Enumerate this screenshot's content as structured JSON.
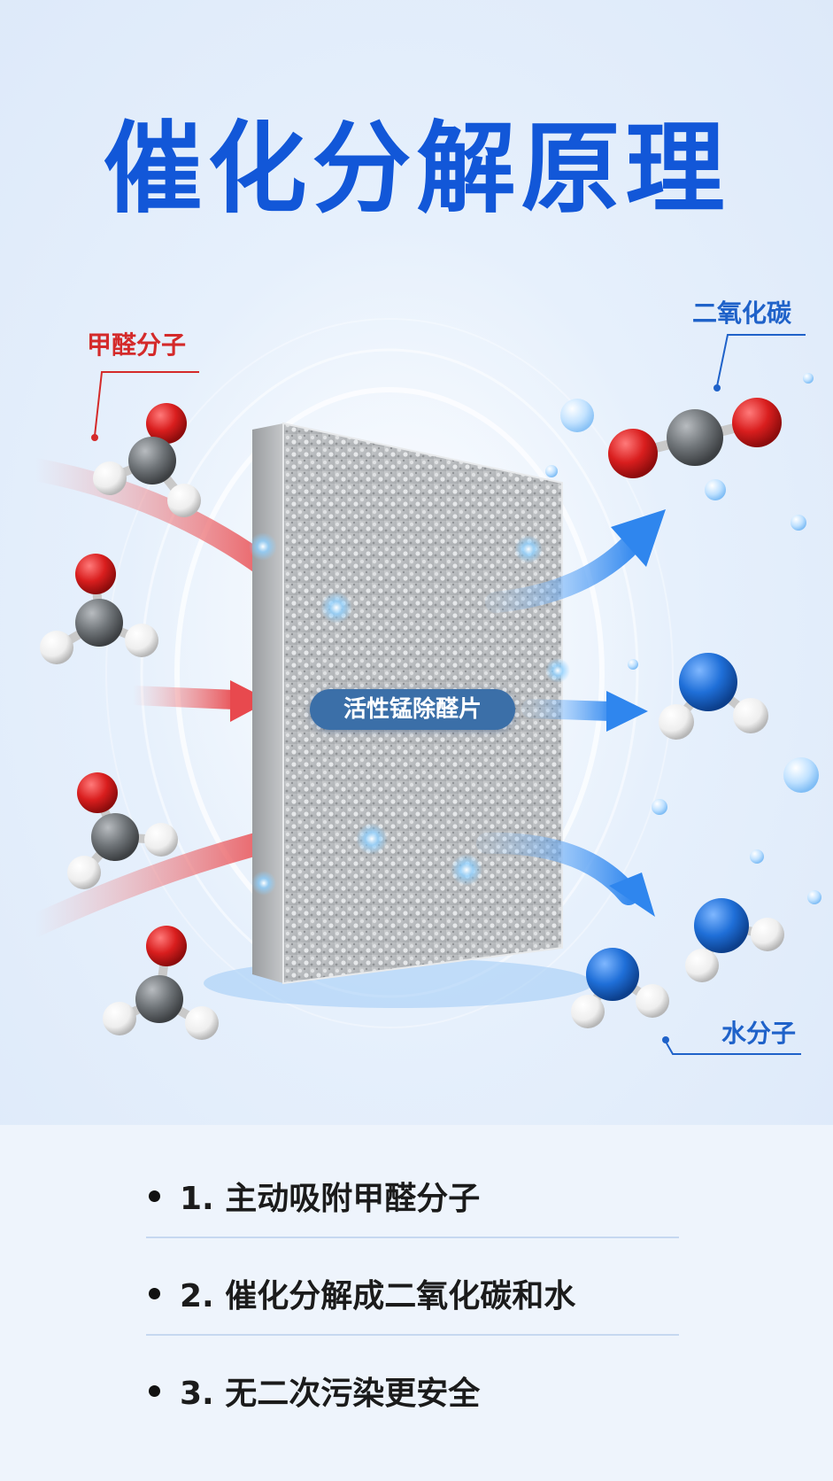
{
  "title": "催化分解原理",
  "labels": {
    "formaldehyde": "甲醛分子",
    "co2": "二氧化碳",
    "water": "水分子",
    "filter": "活性锰除醛片"
  },
  "steps": [
    "1. 主动吸附甲醛分子",
    "2. 催化分解成二氧化碳和水",
    "3. 无二次污染更安全"
  ],
  "colors": {
    "title": "#1257d8",
    "label_red": "#d42a2a",
    "label_blue": "#1f62c9",
    "oxygen": "#d91e1e",
    "carbon": "#6f7478",
    "hydrogen": "#f4f4f4",
    "water_o": "#1f6fd8"
  }
}
